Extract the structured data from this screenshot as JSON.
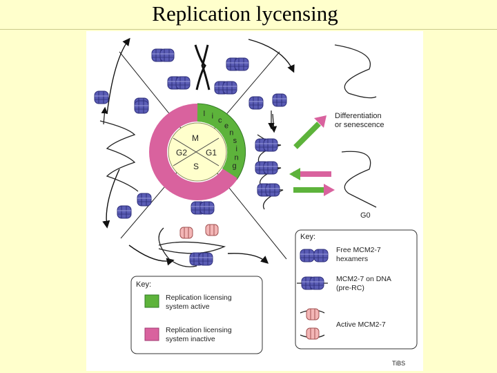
{
  "title": "Replication lycensing",
  "cycle": {
    "phases": [
      "M",
      "G1",
      "S",
      "G2"
    ],
    "licensing_letters": [
      "l",
      "i",
      "c",
      "e",
      "n",
      "s",
      "i",
      "n",
      "g"
    ]
  },
  "outcomes": {
    "differentiation": [
      "Differentiation",
      "or senescence"
    ],
    "g0": "G0"
  },
  "key_cells": {
    "heading": "Key:",
    "free": [
      "Free MCM2-7",
      "hexamers"
    ],
    "on_dna": [
      "MCM2-7 on DNA",
      "(pre-RC)"
    ],
    "active": "Active MCM2-7"
  },
  "key_system": {
    "heading": "Key:",
    "active": [
      "Replication licensing",
      "system active"
    ],
    "inactive": [
      "Replication licensing",
      "system inactive"
    ]
  },
  "credit": "TiBS",
  "colors": {
    "background": "#ffffcc",
    "licensing_green": "#5db33b",
    "inactive_pink": "#d9629e",
    "inner_circle": "#ffffcc",
    "mcm_blue": "#4d4fa8",
    "mcm_active": "#f0b4b4"
  }
}
